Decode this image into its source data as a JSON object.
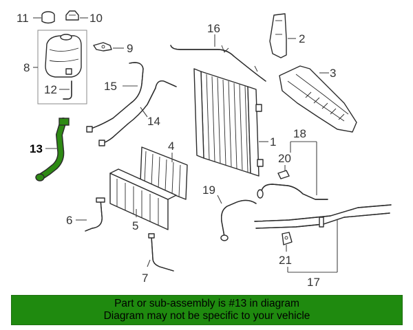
{
  "colors": {
    "banner_bg": "#1f8a0f",
    "highlight_part": "#2e8a14",
    "line": "#2b2b2b"
  },
  "callouts": {
    "c1": "1",
    "c2": "2",
    "c3": "3",
    "c4": "4",
    "c5": "5",
    "c6": "6",
    "c7": "7",
    "c8": "8",
    "c9": "9",
    "c10": "10",
    "c11": "11",
    "c12": "12",
    "c13": "13",
    "c14": "14",
    "c15": "15",
    "c16": "16",
    "c17": "17",
    "c18": "18",
    "c19": "19",
    "c20": "20",
    "c21": "21"
  },
  "highlighted_callout": "13",
  "banner": {
    "line1": "Part or sub-assembly is #13 in diagram",
    "line2": "Diagram may not be specific to your vehicle"
  }
}
